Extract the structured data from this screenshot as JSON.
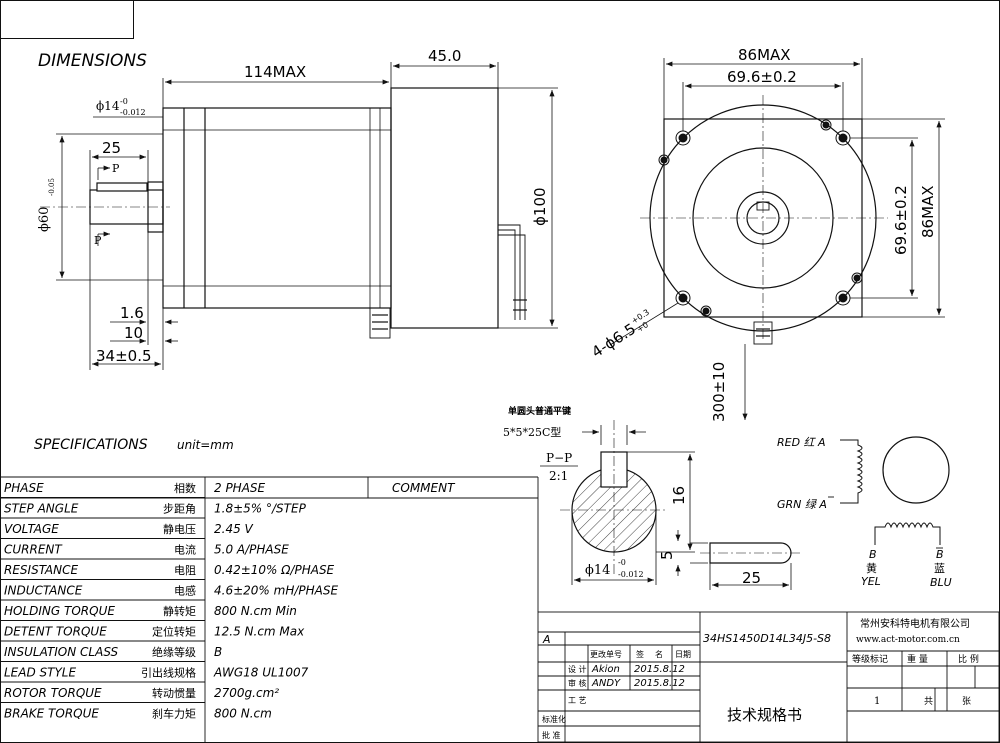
{
  "dimensions_title": "DIMENSIONS",
  "dims": {
    "len_114": "114MAX",
    "len_45": "45.0",
    "shaft_dia": "ϕ14",
    "shaft_dia_tol_u": "-0",
    "shaft_dia_tol_l": "-0.012",
    "len_25": "25",
    "p_label": "P",
    "dia60": "ϕ60",
    "dia60_tol": "-0.05",
    "dia100": "ϕ100",
    "len_1_6": "1.6",
    "len_10": "10",
    "len_34": "34±0.5",
    "w_86": "86MAX",
    "w_69": "69.6±0.2",
    "h_69": "69.6±0.2",
    "h_86": "86MAX",
    "holes": "4-ϕ6.5",
    "holes_tol_u": "+0.3",
    "holes_tol_l": "+0",
    "lead_len": "300±10"
  },
  "key": {
    "title_cn": "单圆头普通平键",
    "spec": "5*5*25C型",
    "section": "P−P",
    "scale": "2:1",
    "d16": "16",
    "d5": "5",
    "d25": "25",
    "dia": "ϕ14",
    "dia_tol_u": "-0",
    "dia_tol_l": "-0.012"
  },
  "wiring": {
    "red": "RED 红 A",
    "grn": "GRN 绿 A",
    "b1": "B",
    "b1_cn": "黄",
    "b1_en": "YEL",
    "b2": "B",
    "b2_cn": "蓝",
    "b2_en": "BLU"
  },
  "spec_title": "SPECIFICATIONS",
  "spec_unit": "unit=mm",
  "comment_header": "COMMENT",
  "specs": [
    {
      "en": "PHASE",
      "cn": "相数",
      "val": "2  PHASE"
    },
    {
      "en": "STEP ANGLE",
      "cn": "步距角",
      "val": "1.8±5% °/STEP"
    },
    {
      "en": "VOLTAGE",
      "cn": "静电压",
      "val": "2.45 V"
    },
    {
      "en": "CURRENT",
      "cn": "电流",
      "val": "5.0 A/PHASE"
    },
    {
      "en": "RESISTANCE",
      "cn": "电阻",
      "val": "0.42±10%  Ω/PHASE"
    },
    {
      "en": "INDUCTANCE",
      "cn": "电感",
      "val": "4.6±20% mH/PHASE"
    },
    {
      "en": "HOLDING TORQUE",
      "cn": "静转矩",
      "val": "800  N.cm Min"
    },
    {
      "en": "DETENT TORQUE",
      "cn": "定位转矩",
      "val": "12.5 N.cm Max"
    },
    {
      "en": "INSULATION CLASS",
      "cn": "绝缘等级",
      "val": "B"
    },
    {
      "en": "LEAD STYLE",
      "cn": "引出线规格",
      "val": "AWG18 UL1007"
    },
    {
      "en": "ROTOR TORQUE",
      "cn": "转动惯量",
      "val": "2700g.cm²"
    },
    {
      "en": "BRAKE TORQUE",
      "cn": "刹车力矩",
      "val": "800 N.cm"
    }
  ],
  "title_block": {
    "rev": "A",
    "change_no": "更改单号",
    "sign": "签",
    "name": "名",
    "date": "日期",
    "design": "设   计",
    "review": "审   核",
    "process": "工   艺",
    "standard": "标准化",
    "approve": "批   准",
    "designer": "Akion",
    "design_date": "2015.8.12",
    "reviewer": "ANDY",
    "review_date": "2015.8.12",
    "model": "34HS1450D14L34J5-S8",
    "company": "常州安科特电机有限公司",
    "website": "www.act-motor.com.cn",
    "doc_title": "技术规格书",
    "grade_mark": "等级标记",
    "weight": "重   量",
    "ratio": "比   例",
    "sheets_no": "1",
    "total": "共",
    "sheet": "张"
  }
}
